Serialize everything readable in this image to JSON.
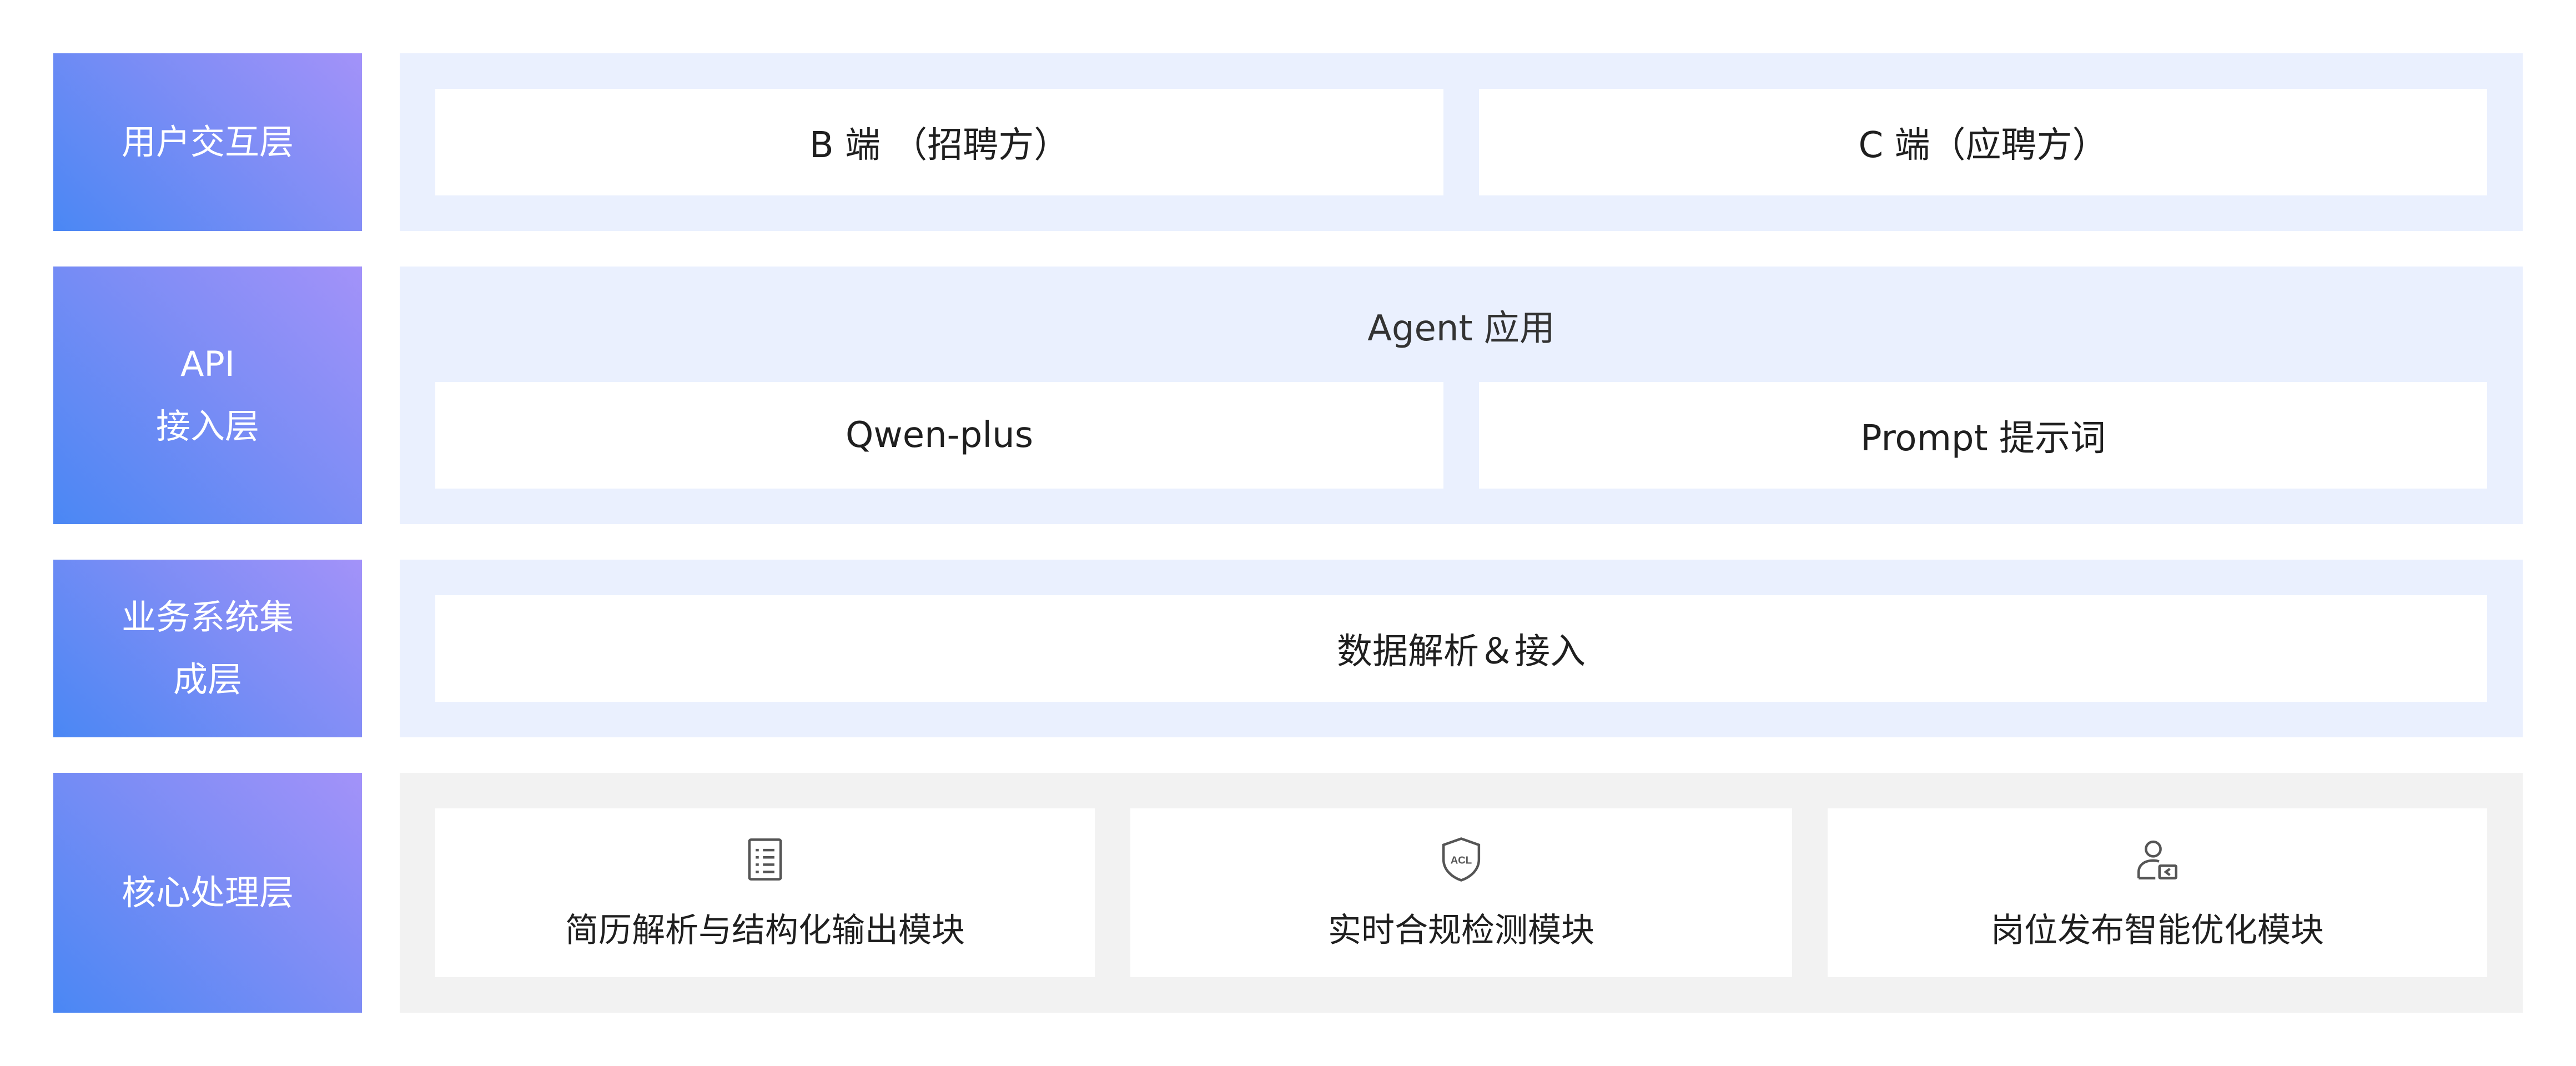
{
  "layers": [
    {
      "label_lines": [
        "用户交互层"
      ],
      "cards": [
        "B 端 （招聘方）",
        "C 端（应聘方）"
      ]
    },
    {
      "label_lines": [
        "API",
        "接入层"
      ],
      "title": "Agent 应用",
      "cards": [
        "Qwen-plus",
        "Prompt 提示词"
      ]
    },
    {
      "label_lines": [
        "业务系统集",
        "成层"
      ],
      "cards": [
        "数据解析＆接入"
      ]
    },
    {
      "label_lines": [
        "核心处理层"
      ],
      "modules": [
        {
          "icon": "document-list-icon",
          "label": "简历解析与结构化输出模块"
        },
        {
          "icon": "acl-shield-icon",
          "label": "实时合规检测模块",
          "icon_text": "ACL"
        },
        {
          "icon": "user-card-icon",
          "label": "岗位发布智能优化模块"
        }
      ]
    }
  ],
  "colors": {
    "label_gradient": [
      "#4a87f4",
      "#a392f9"
    ],
    "panel_blue": "#eaf0fe",
    "panel_gray": "#f2f2f2",
    "card_bg": "#ffffff",
    "icon_stroke": "#555555"
  }
}
